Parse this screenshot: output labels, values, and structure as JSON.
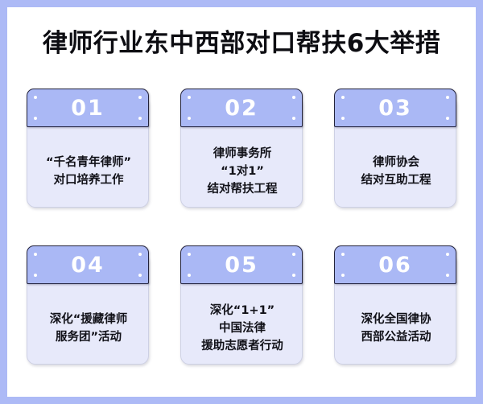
{
  "poster": {
    "title": "律师行业东中西部对口帮扶6大举措",
    "frame_color": "#adbaf6",
    "inner_background": "#ffffff",
    "header_color": "#aab8f5",
    "header_border_color": "#23233c",
    "body_color": "#e7e9fa",
    "body_border_color": "#cdd0e4",
    "number_color": "#ffffff",
    "text_color": "#111118"
  },
  "cards": [
    {
      "number": "01",
      "lines": [
        "“千名青年律师”",
        "对口培养工作"
      ]
    },
    {
      "number": "02",
      "lines": [
        "律师事务所",
        "“1对1”",
        "结对帮扶工程"
      ]
    },
    {
      "number": "03",
      "lines": [
        "律师协会",
        "结对互助工程"
      ]
    },
    {
      "number": "04",
      "lines": [
        "深化“援藏律师",
        "服务团”活动"
      ]
    },
    {
      "number": "05",
      "lines": [
        "深化“1+1”",
        "中国法律",
        "援助志愿者行动"
      ]
    },
    {
      "number": "06",
      "lines": [
        "深化全国律协",
        "西部公益活动"
      ]
    }
  ]
}
